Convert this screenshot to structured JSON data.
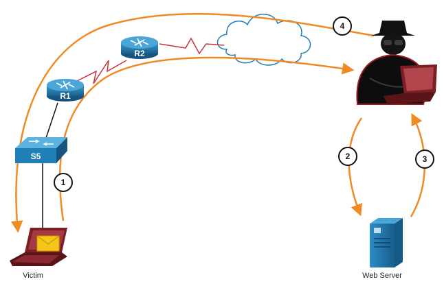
{
  "devices": {
    "router_1": "R1",
    "router_2": "R2",
    "switch": "S5"
  },
  "labels": {
    "victim": "Victim",
    "web_server": "Web Server"
  },
  "steps": [
    "1",
    "2",
    "3",
    "4"
  ],
  "colors": {
    "arrow": "#f08a24",
    "device_blue": "#1f7fb6",
    "serial_link": "#c8303a",
    "attacker_red": "#9b1c24",
    "laptop_maroon": "#7d1e24"
  },
  "icons": {
    "router": "router-icon",
    "switch": "switch-icon",
    "cloud": "cloud-icon",
    "attacker": "attacker-icon",
    "laptop": "laptop-icon",
    "email": "email-icon",
    "server": "server-icon"
  }
}
